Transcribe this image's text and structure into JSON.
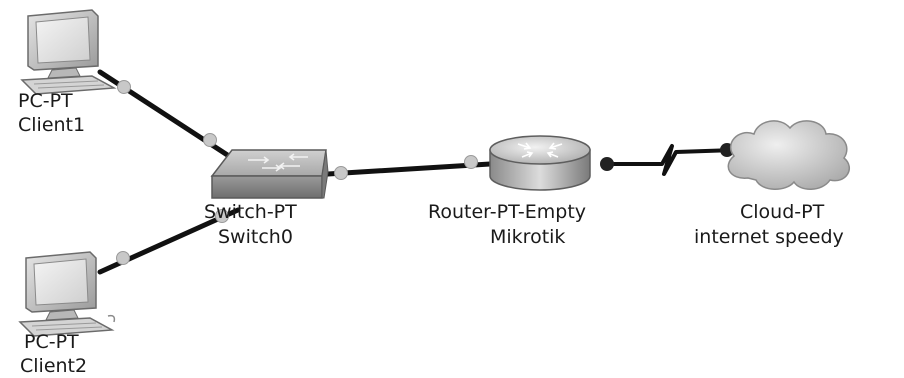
{
  "devices": {
    "client1": {
      "type_label": "PC-PT",
      "name_label": "Client1",
      "icon": "pc-icon"
    },
    "client2": {
      "type_label": "PC-PT",
      "name_label": "Client2",
      "icon": "pc-icon"
    },
    "switch0": {
      "type_label": "Switch-PT",
      "name_label": "Switch0",
      "icon": "switch-icon"
    },
    "router": {
      "type_label": "Router-PT-Empty",
      "name_label": "Mikrotik",
      "icon": "router-icon"
    },
    "cloud": {
      "type_label": "Cloud-PT",
      "name_label": "internet speedy",
      "icon": "cloud-icon"
    }
  },
  "links": [
    {
      "from": "client1",
      "to": "switch0",
      "cable": "copper-straight"
    },
    {
      "from": "client2",
      "to": "switch0",
      "cable": "copper-straight"
    },
    {
      "from": "switch0",
      "to": "router",
      "cable": "copper-straight"
    },
    {
      "from": "router",
      "to": "cloud",
      "cable": "serial"
    }
  ],
  "colors": {
    "cable": "#111111",
    "port_link_light": "#c8c8c8",
    "serial_endpoint": "#222222",
    "label_text": "#1a1a1a"
  }
}
